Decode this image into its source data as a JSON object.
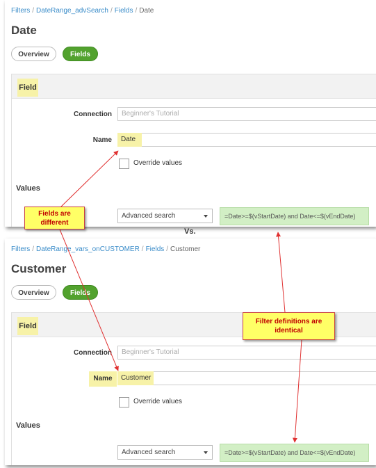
{
  "panels": [
    {
      "breadcrumb": [
        "Filters",
        "DateRange_advSearch",
        "Fields",
        "Date"
      ],
      "title": "Date",
      "tabs": {
        "overview": "Overview",
        "fields": "Fields"
      },
      "section_label": "Field",
      "connection": {
        "label": "Connection",
        "placeholder": "Beginner's Tutorial"
      },
      "name": {
        "label": "Name",
        "value": "Date"
      },
      "override": {
        "label": "Override values",
        "checked": false
      },
      "values_label": "Values",
      "search_type": "Advanced search",
      "expression": "=Date>=$(vStartDate) and Date<=$(vEndDate)"
    },
    {
      "breadcrumb": [
        "Filters",
        "DateRange_vars_onCUSTOMER",
        "Fields",
        "Customer"
      ],
      "title": "Customer",
      "tabs": {
        "overview": "Overview",
        "fields": "Fields"
      },
      "section_label": "Field",
      "connection": {
        "label": "Connection",
        "placeholder": "Beginner's Tutorial"
      },
      "name": {
        "label": "Name",
        "value": "Customer"
      },
      "override": {
        "label": "Override values",
        "checked": false
      },
      "values_label": "Values",
      "search_type": "Advanced search",
      "expression": "=Date>=$(vStartDate) and Date<=$(vEndDate)"
    }
  ],
  "annotations": {
    "vs": "Vs.",
    "fields_callout_line1": "Fields are",
    "fields_callout_line2": "different",
    "filter_callout_line1": "Filter definitions are",
    "filter_callout_line2": "identical"
  },
  "colors": {
    "accent_green": "#52a22e",
    "highlight_yellow": "#f7f2a8",
    "expression_green": "#d2efc5",
    "arrow_red": "#e03030",
    "link_blue": "#3a8cc9"
  }
}
